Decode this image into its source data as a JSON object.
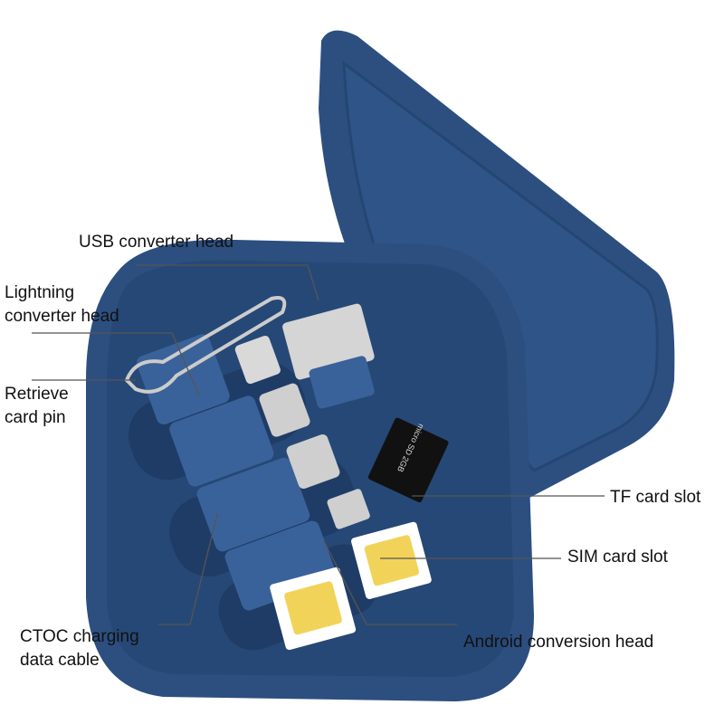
{
  "labels": {
    "usb": "USB converter head",
    "lightning_1": "Lightning",
    "lightning_2": "converter head",
    "pin_1": "Retrieve",
    "pin_2": "card pin",
    "tf": "TF card slot",
    "sim": "SIM card slot",
    "android": "Android conversion head",
    "ctoc_1": "CTOC charging",
    "ctoc_2": "data cable"
  },
  "product_text": {
    "microsd_card": "micro SD 2GB"
  },
  "colors": {
    "case_blue": "#2c4f80",
    "case_dark": "#1f3c66",
    "case_light": "#3a629a",
    "sim_gold": "#f2d35a",
    "leader_line": "#555555"
  }
}
